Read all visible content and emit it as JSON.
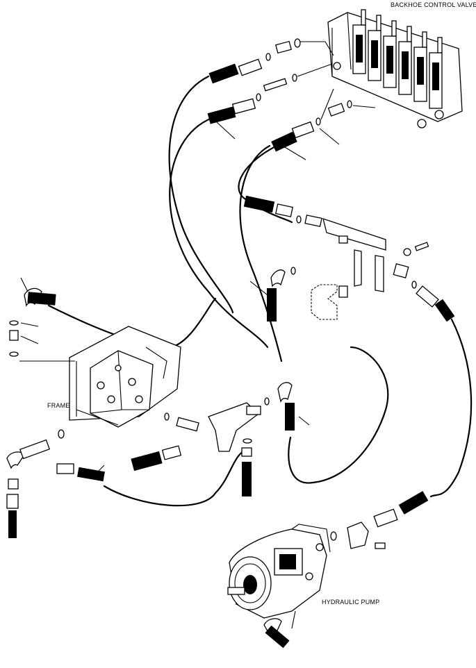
{
  "labels": {
    "backhoe_control_valve": "BACKHOE CONTROL VALVE",
    "frame": "FRAME",
    "hydraulic_pump": "HYDRAULIC PUMP"
  }
}
